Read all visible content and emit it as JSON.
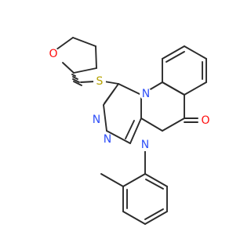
{
  "molecule": {
    "atoms": {
      "O_thf": {
        "label": "O",
        "color": "#ff0d0d"
      },
      "S": {
        "label": "S",
        "color": "#b5a200"
      },
      "N1": {
        "label": "N",
        "color": "#3050f8"
      },
      "N2": {
        "label": "N",
        "color": "#3050f8"
      },
      "N3": {
        "label": "N",
        "color": "#3050f8"
      },
      "N4": {
        "label": "N",
        "color": "#3050f8"
      },
      "O_carbonyl": {
        "label": "O",
        "color": "#ff0d0d"
      }
    },
    "bond_color": "#2b2b2b"
  }
}
